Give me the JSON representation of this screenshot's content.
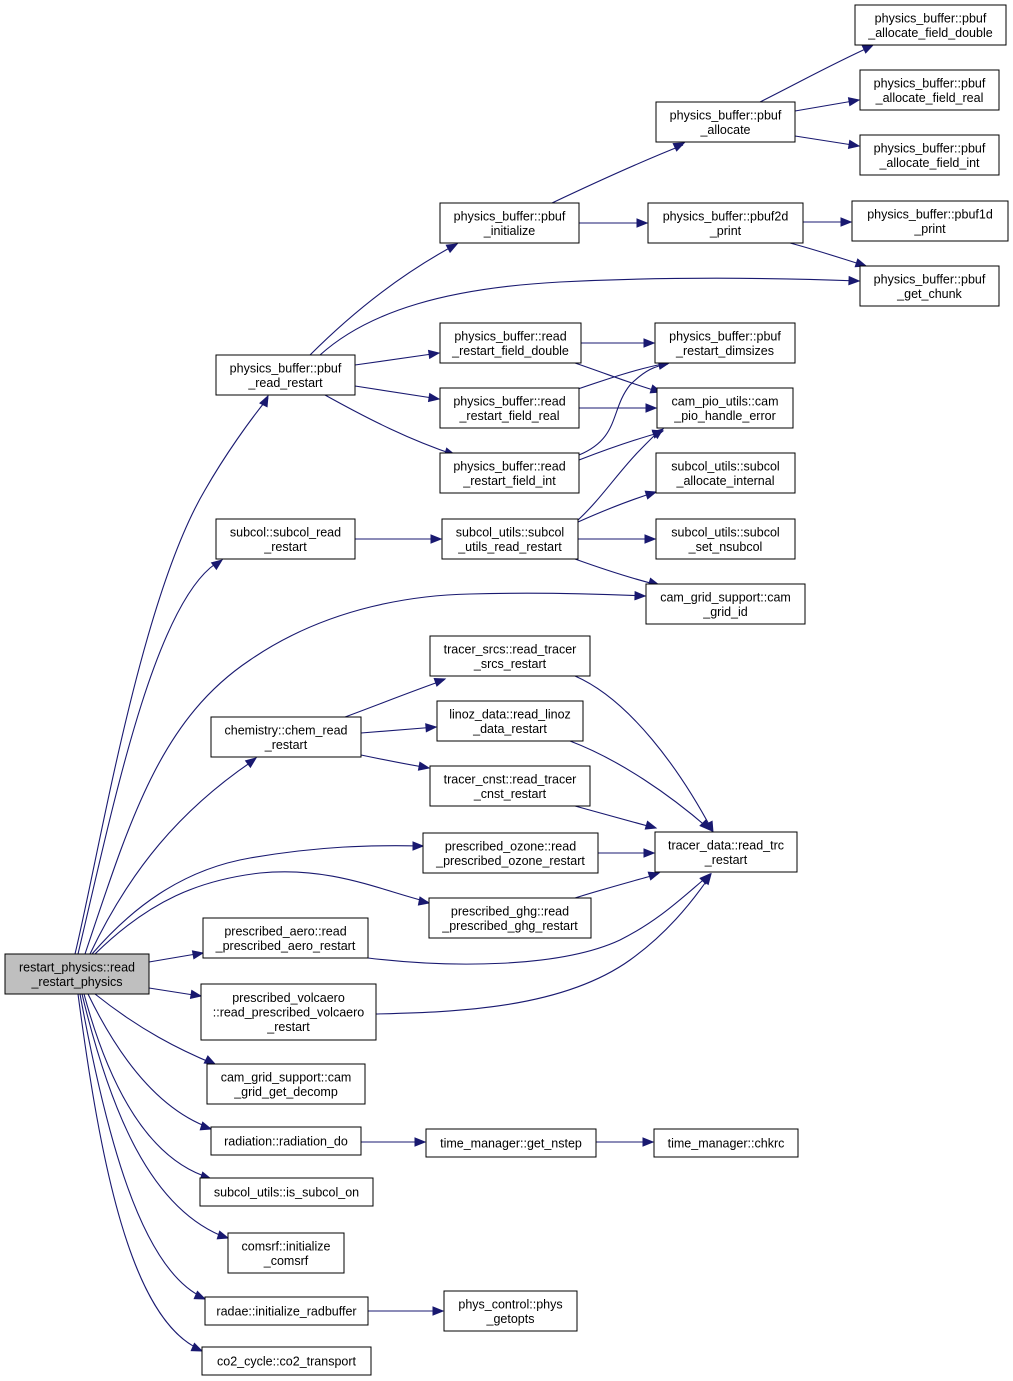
{
  "nodes": {
    "root": [
      "restart_physics::read",
      "_restart_physics"
    ],
    "pbuf_read_restart": [
      "physics_buffer::pbuf",
      "_read_restart"
    ],
    "subcol_read_restart": [
      "subcol::subcol_read",
      "_restart"
    ],
    "chem_read_restart": [
      "chemistry::chem_read",
      "_restart"
    ],
    "prescribed_aero": [
      "prescribed_aero::read",
      "_prescribed_aero_restart"
    ],
    "prescribed_volcaero": [
      "prescribed_volcaero",
      "::read_prescribed_volcaero",
      "_restart"
    ],
    "cam_grid_get_decomp": [
      "cam_grid_support::cam",
      "_grid_get_decomp"
    ],
    "radiation_do": [
      "radiation::radiation_do"
    ],
    "is_subcol_on": [
      "subcol_utils::is_subcol_on"
    ],
    "initialize_comsrf": [
      "comsrf::initialize",
      "_comsrf"
    ],
    "initialize_radbuffer": [
      "radae::initialize_radbuffer"
    ],
    "co2_transport": [
      "co2_cycle::co2_transport"
    ],
    "pbuf_initialize": [
      "physics_buffer::pbuf",
      "_initialize"
    ],
    "read_restart_field_double": [
      "physics_buffer::read",
      "_restart_field_double"
    ],
    "read_restart_field_real": [
      "physics_buffer::read",
      "_restart_field_real"
    ],
    "read_restart_field_int": [
      "physics_buffer::read",
      "_restart_field_int"
    ],
    "subcol_utils_read_restart": [
      "subcol_utils::subcol",
      "_utils_read_restart"
    ],
    "read_tracer_srcs_restart": [
      "tracer_srcs::read_tracer",
      "_srcs_restart"
    ],
    "read_linoz_data_restart": [
      "linoz_data::read_linoz",
      "_data_restart"
    ],
    "read_tracer_cnst_restart": [
      "tracer_cnst::read_tracer",
      "_cnst_restart"
    ],
    "prescribed_ozone": [
      "prescribed_ozone::read",
      "_prescribed_ozone_restart"
    ],
    "prescribed_ghg": [
      "prescribed_ghg::read",
      "_prescribed_ghg_restart"
    ],
    "get_nstep": [
      "time_manager::get_nstep"
    ],
    "phys_getopts": [
      "phys_control::phys",
      "_getopts"
    ],
    "pbuf_allocate": [
      "physics_buffer::pbuf",
      "_allocate"
    ],
    "pbuf2d_print": [
      "physics_buffer::pbuf2d",
      "_print"
    ],
    "pbuf_restart_dimsizes": [
      "physics_buffer::pbuf",
      "_restart_dimsizes"
    ],
    "cam_pio_handle_error": [
      "cam_pio_utils::cam",
      "_pio_handle_error"
    ],
    "subcol_allocate_internal": [
      "subcol_utils::subcol",
      "_allocate_internal"
    ],
    "subcol_set_nsubcol": [
      "subcol_utils::subcol",
      "_set_nsubcol"
    ],
    "cam_grid_id": [
      "cam_grid_support::cam",
      "_grid_id"
    ],
    "read_trc_restart": [
      "tracer_data::read_trc",
      "_restart"
    ],
    "chkrc": [
      "time_manager::chkrc"
    ],
    "pbuf_allocate_field_double": [
      "physics_buffer::pbuf",
      "_allocate_field_double"
    ],
    "pbuf_allocate_field_real": [
      "physics_buffer::pbuf",
      "_allocate_field_real"
    ],
    "pbuf_allocate_field_int": [
      "physics_buffer::pbuf",
      "_allocate_field_int"
    ],
    "pbuf1d_print": [
      "physics_buffer::pbuf1d",
      "_print"
    ],
    "pbuf_get_chunk": [
      "physics_buffer::pbuf",
      "_get_chunk"
    ]
  },
  "colors": {
    "edge": "#191970",
    "root_fill": "#bfbfbf",
    "node_fill": "#ffffff",
    "node_border": "#000000"
  }
}
